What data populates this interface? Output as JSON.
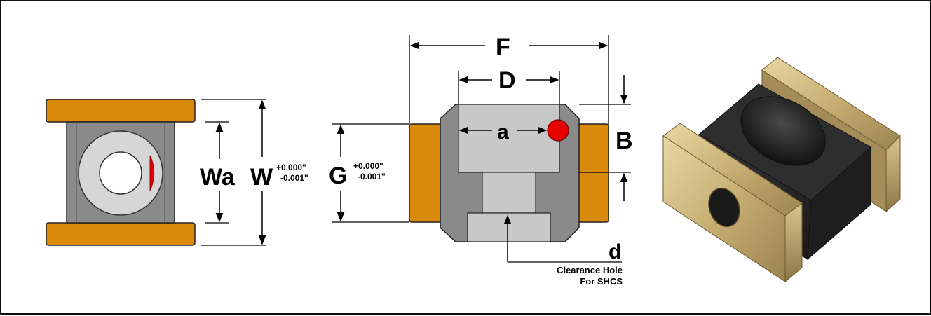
{
  "labels": {
    "F": "F",
    "D": "D",
    "a": "a",
    "B": "B",
    "G": "G",
    "Wa": "Wa",
    "W": "W",
    "d": "d",
    "tol_plus": "+0.000\"",
    "tol_minus": "-0.001\"",
    "note_line1": "Clearance Hole",
    "note_line2": "For SHCS"
  },
  "colors": {
    "orange": "#D98A0A",
    "grey_dark": "#8A8A8A",
    "grey_light": "#C8C8C8",
    "red": "#E60000",
    "black_block": "#2A2A2A",
    "brass": "#C9B27A"
  }
}
